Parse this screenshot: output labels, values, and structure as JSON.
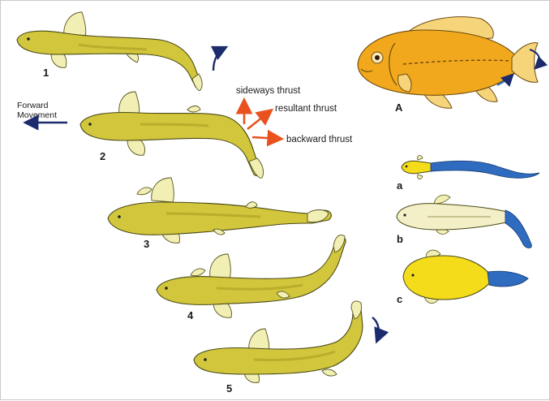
{
  "colors": {
    "fish_yellow": "#d2c63c",
    "fish_shadow": "#a89c1f",
    "fin": "#f2efb4",
    "goldfish": "#f2a81c",
    "goldfish_fin": "#f6d47a",
    "tail_blue": "#2f6cc0",
    "pale_body": "#f3efc6",
    "bright_yellow": "#f4dc1a",
    "thrust_arrow": "#e9521e",
    "movement_arrow": "#1c2a6e"
  },
  "sequence_labels": [
    "1",
    "2",
    "3",
    "4",
    "5"
  ],
  "forward_movement": {
    "line1": "Forward",
    "line2": "Movement"
  },
  "thrust_labels": {
    "sideways": "sideways thrust",
    "resultant": "resultant thrust",
    "backward": "backward thrust"
  },
  "example_labels": {
    "A": "A",
    "a": "a",
    "b": "b",
    "c": "c"
  },
  "icons": [
    "curved-arrow-icon",
    "forward-arrow-icon",
    "thrust-arrow-icon"
  ]
}
